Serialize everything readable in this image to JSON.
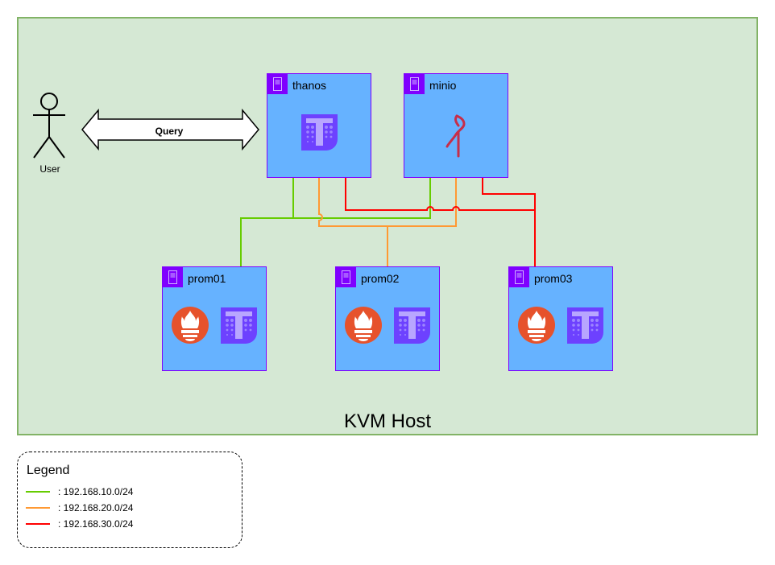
{
  "host": {
    "title": "KVM Host"
  },
  "actor": {
    "label": "User"
  },
  "query": {
    "label": "Query"
  },
  "nodes": {
    "thanos": {
      "label": "thanos"
    },
    "minio": {
      "label": "minio"
    },
    "prom01": {
      "label": "prom01"
    },
    "prom02": {
      "label": "prom02"
    },
    "prom03": {
      "label": "prom03"
    }
  },
  "legend": {
    "title": "Legend",
    "items": [
      {
        "label": ": 192.168.10.0/24",
        "color": "#66cc00"
      },
      {
        "label": ": 192.168.20.0/24",
        "color": "#ff9933"
      },
      {
        "label": ": 192.168.30.0/24",
        "color": "#ff0000"
      }
    ]
  },
  "colors": {
    "host_fill": "#d5e8d4",
    "host_border": "#82b366",
    "node_fill": "#66b2ff",
    "node_accent": "#7f00ff",
    "thanos_purple": "#6d41ff",
    "prometheus_orange": "#e6522c",
    "minio_red": "#c72e49"
  }
}
